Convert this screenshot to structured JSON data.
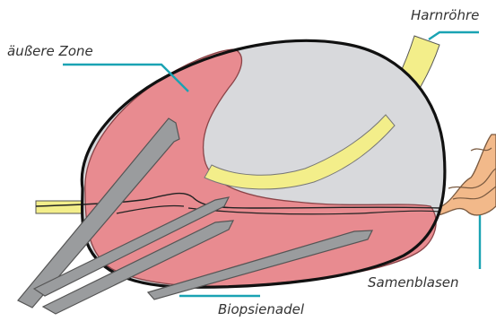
{
  "labels": {
    "outer_zone": "äußere Zone",
    "urethra": "Harnröhre",
    "seminal_vesicles": "Samenblasen",
    "biopsy_needle": "Biopsienadel"
  },
  "colors": {
    "capsule_outline": "#111111",
    "central_zone": "#d8d9dc",
    "outer_zone": "#e88b90",
    "urethra": "#f3ee8a",
    "seminal_vesicles": "#f2b98a",
    "needle": "#9a9c9e",
    "leader_line": "#1aa3b3"
  }
}
